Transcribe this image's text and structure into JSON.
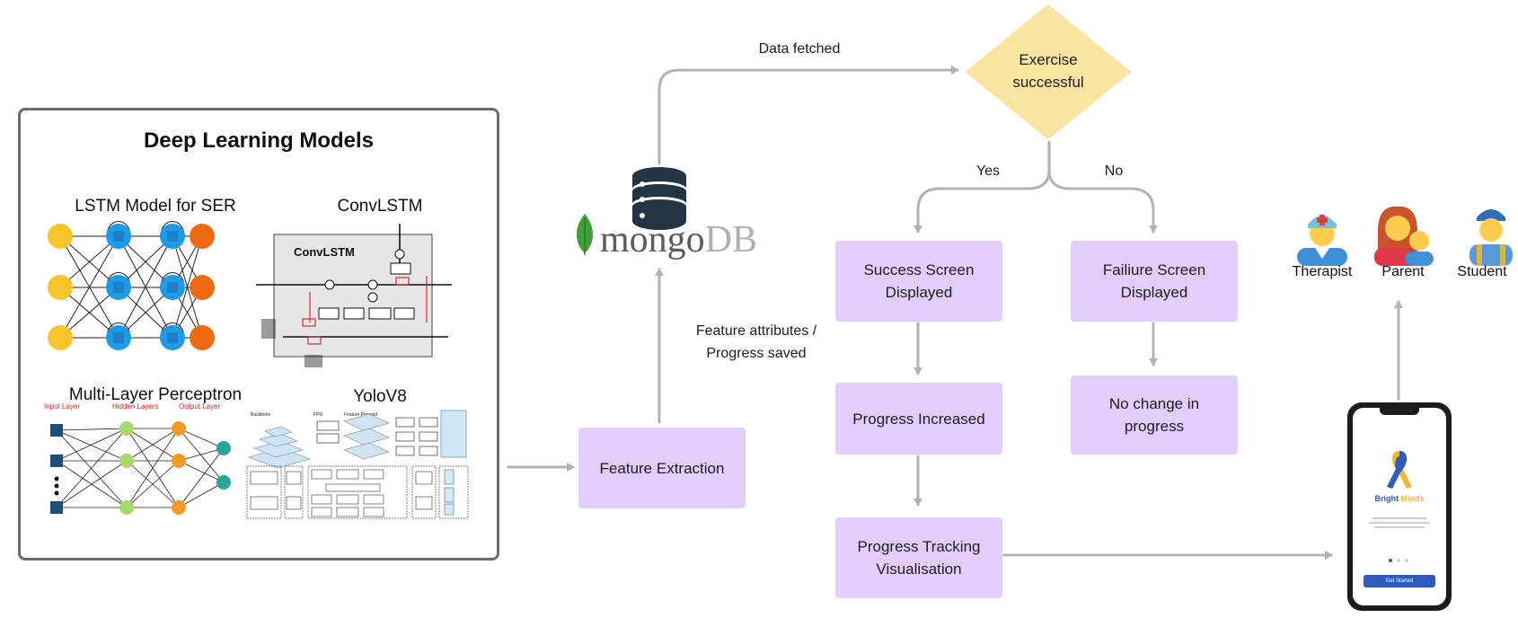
{
  "deep_learning": {
    "title": "Deep Learning Models",
    "models": [
      "LSTM Model for SER",
      "ConvLSTM",
      "Multi-Layer Perceptron",
      "YoloV8"
    ],
    "convlstm_inner": "ConvLSTM",
    "mlp_layers": [
      "Input Layer",
      "Hidden Layers",
      "Output Layer"
    ],
    "yolo_labels": [
      "Backbone",
      "FPN",
      "Feature Pyramid"
    ]
  },
  "database": {
    "logo_prefix": "mongo",
    "logo_suffix": "DB"
  },
  "edges": {
    "data_fetched": "Data fetched",
    "feature_saved": "Feature attributes /\nProgress saved",
    "yes": "Yes",
    "no": "No"
  },
  "nodes": {
    "decision": "Exercise\nsuccessful",
    "feature_extraction": "Feature Extraction",
    "success_screen": "Success Screen\nDisplayed",
    "failure_screen": "Failiure Screen\nDisplayed",
    "progress_increased": "Progress Increased",
    "no_change": "No change in\nprogress",
    "progress_tracking": "Progress Tracking\nVisualisation"
  },
  "roles": [
    "Therapist",
    "Parent",
    "Student"
  ],
  "phone": {
    "app_name_a": "Bright ",
    "app_name_b": "Minds",
    "button": "Get Started"
  },
  "colors": {
    "process": "#e3cdfb",
    "decision": "#fbe3a1",
    "arrow": "#b3b3b3",
    "mongo_green": "#3fa037",
    "lstm_yellow": "#f7c52b",
    "lstm_blue": "#1e9be8",
    "lstm_orange": "#f06a12"
  }
}
